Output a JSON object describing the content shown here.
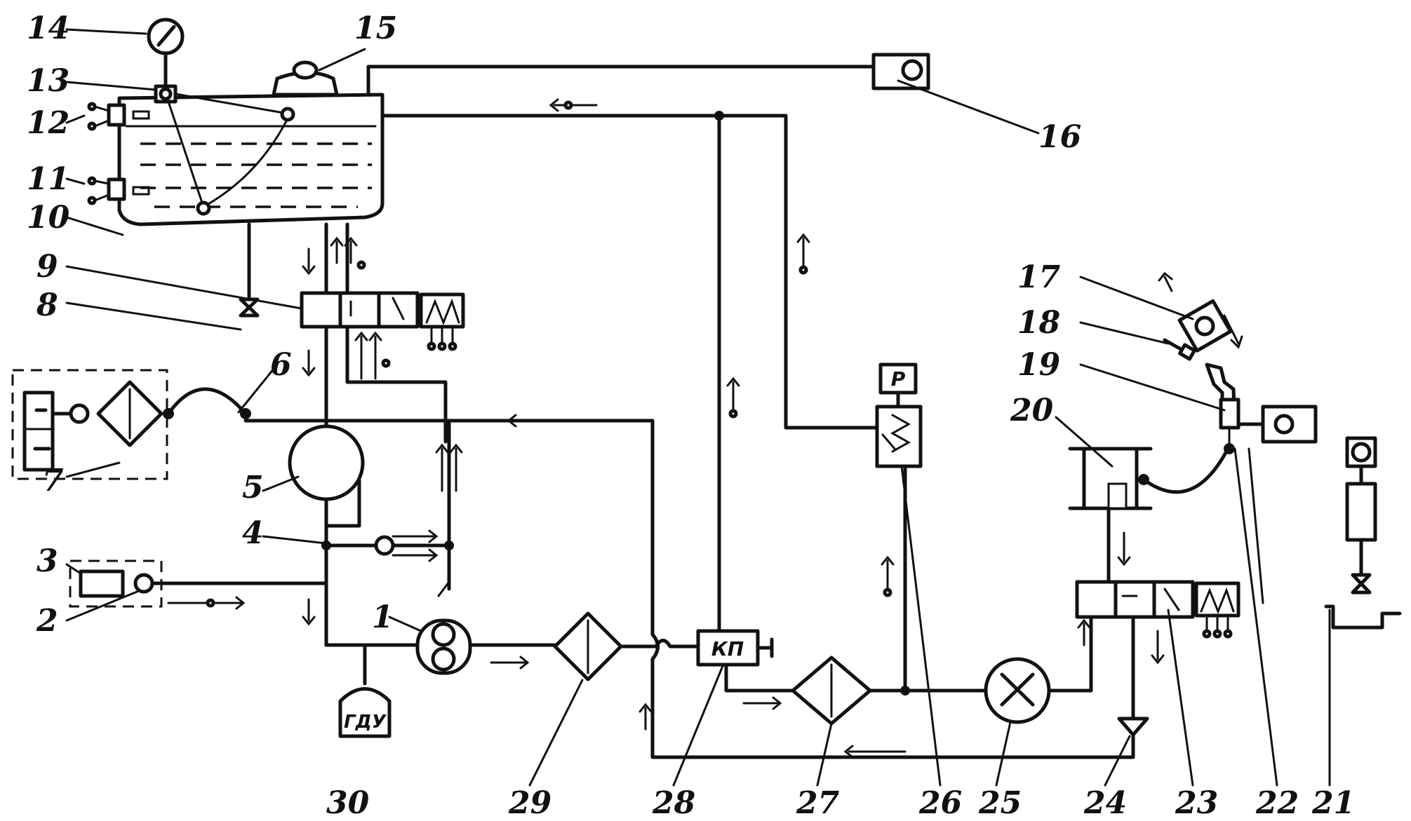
{
  "diagram": {
    "labels": {
      "n1": "1",
      "n2": "2",
      "n3": "3",
      "n4": "4",
      "n5": "5",
      "n6": "6",
      "n7": "7",
      "n8": "8",
      "n9": "9",
      "n10": "10",
      "n11": "11",
      "n12": "12",
      "n13": "13",
      "n14": "14",
      "n15": "15",
      "n16": "16",
      "n17": "17",
      "n18": "18",
      "n19": "19",
      "n20": "20",
      "n21": "21",
      "n22": "22",
      "n23": "23",
      "n24": "24",
      "n25": "25",
      "n26": "26",
      "n27": "27",
      "n28": "28",
      "n29": "29",
      "n30": "30"
    },
    "boxes": {
      "relief_valve": "КП",
      "accumulator": "ГДУ",
      "pressure_switch": "P"
    }
  }
}
